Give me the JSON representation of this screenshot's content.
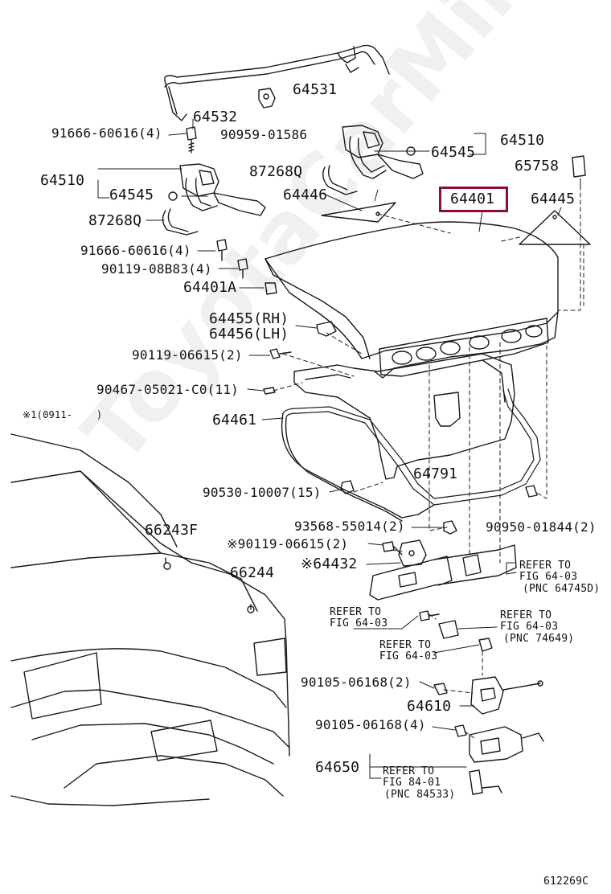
{
  "diagram": {
    "part_labels": {
      "p64531": "64531",
      "p64532": "64532",
      "p90959": "90959-01586",
      "p91666_top": "91666-60616(4)",
      "p64510_right": "64510",
      "p64545_right": "64545",
      "p65758": "65758",
      "p87268q_right": "87268Q",
      "p64510_left": "64510",
      "p64545_left": "64545",
      "p64446": "64446",
      "p64401": "64401",
      "p64445": "64445",
      "p87268q_left": "87268Q",
      "p91666_mid": "91666-60616(4)",
      "p90119_08b83": "90119-08B83(4)",
      "p64401a": "64401A",
      "p64455rh": "64455(RH)",
      "p64456lh": "64456(LH)",
      "p90119_06615": "90119-06615(2)",
      "p90467": "90467-05021-C0(11)",
      "p64461": "64461",
      "p64791": "64791",
      "p90530": "90530-10007(15)",
      "p66243f": "66243F",
      "p93568": "93568-55014(2)",
      "p90950": "90950-01844(2)",
      "p90119_06615_note": "※90119-06615(2)",
      "p64432_note": "※64432",
      "p66244": "66244",
      "p90105_a": "90105-06168(2)",
      "p64610": "64610",
      "p90105_b": "90105-06168(4)",
      "p64650": "64650"
    },
    "refs": {
      "r1_l1": "REFER TO",
      "r1_l2": "FIG 64-03",
      "r1_l3": "(PNC 64745D)",
      "r2_l1": "REFER TO",
      "r2_l2": "FIG 64-03",
      "r3_l1": "REFER TO",
      "r3_l2": "FIG 64-03",
      "r3_l3": "(PNC 74649)",
      "r4_l1": "REFER TO",
      "r4_l2": "FIG 64-03",
      "r5_l1": "REFER TO",
      "r5_l2": "FIG 84-01",
      "r5_l3": "(PNC 84533)"
    },
    "footnote": "※1(0911-    )",
    "highlighted_part": "64401",
    "figure_id": "612269C",
    "watermark": "ToyotaCarMine.ru",
    "highlight_color": "#8b1030"
  }
}
